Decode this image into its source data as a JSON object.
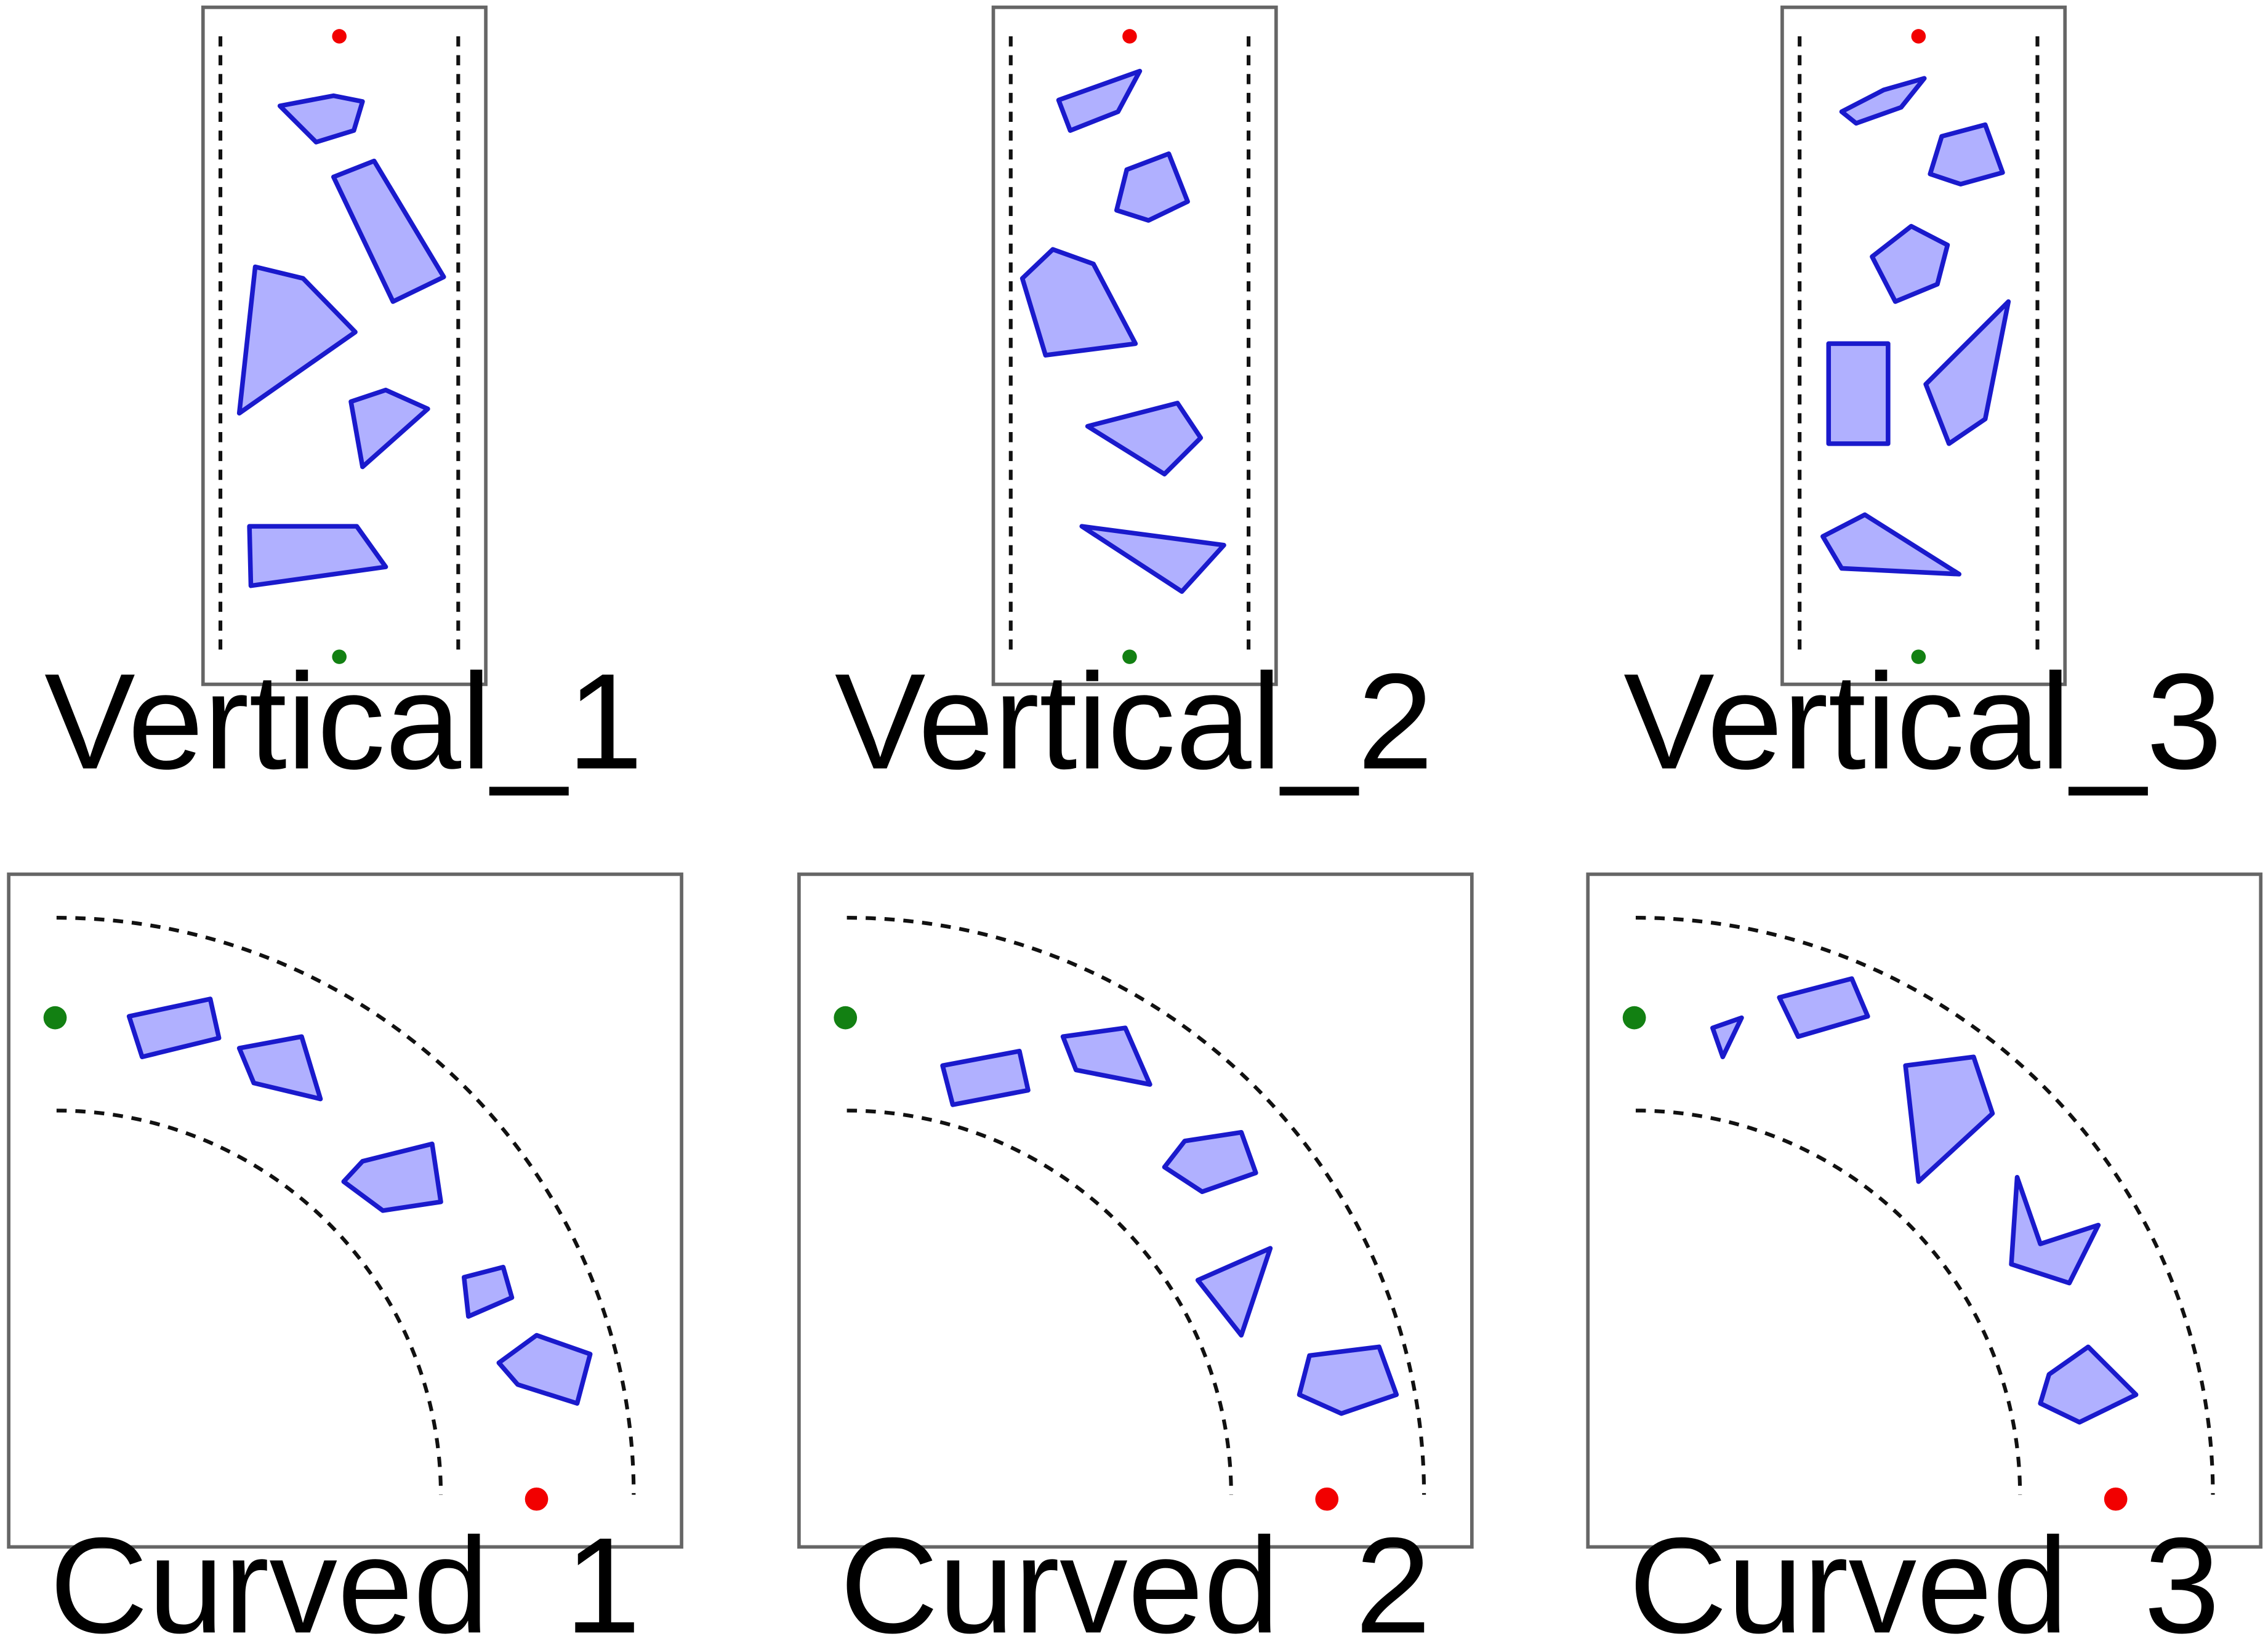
{
  "colors": {
    "obstacle_fill": "#b0b0ff",
    "obstacle_stroke": "#1a1acc",
    "start_marker": "#128012",
    "goal_marker": "#f20000",
    "frame": "#666666",
    "lane_edge": "#111111"
  },
  "panels": [
    {
      "id": "vertical-1",
      "label": "Vertical_1",
      "kind": "vertical"
    },
    {
      "id": "vertical-2",
      "label": "Vertical_2",
      "kind": "vertical"
    },
    {
      "id": "vertical-3",
      "label": "Vertical_3",
      "kind": "vertical"
    },
    {
      "id": "curved-1",
      "label": "Curved_1",
      "kind": "curved"
    },
    {
      "id": "curved-2",
      "label": "Curved_2",
      "kind": "curved"
    },
    {
      "id": "curved-3",
      "label": "Curved_3",
      "kind": "curved"
    }
  ]
}
